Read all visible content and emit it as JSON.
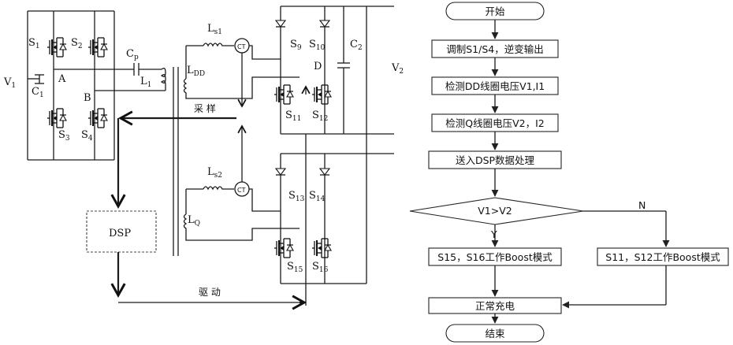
{
  "circuit": {
    "labels": {
      "s1": "S",
      "s1_sub": "1",
      "s2": "S",
      "s2_sub": "2",
      "s3": "S",
      "s3_sub": "3",
      "s4": "S",
      "s4_sub": "4",
      "s9": "S",
      "s9_sub": "9",
      "s10": "S",
      "s10_sub": "10",
      "s11": "S",
      "s11_sub": "11",
      "s12": "S",
      "s12_sub": "12",
      "s13": "S",
      "s13_sub": "13",
      "s14": "S",
      "s14_sub": "14",
      "s15": "S",
      "s15_sub": "15",
      "s16": "S",
      "s16_sub": "16",
      "v1": "V",
      "v1_sub": "1",
      "c1": "C",
      "c1_sub": "1",
      "cp": "C",
      "cp_sub": "p",
      "l1": "L",
      "l1_sub": "1",
      "node_a": "A",
      "node_b": "B",
      "node_d": "D",
      "ls1": "L",
      "ls1_sub": "s1",
      "ls2": "L",
      "ls2_sub": "s2",
      "ldd": "L",
      "ldd_sub": "DD",
      "lq": "L",
      "lq_sub": "Q",
      "ct1": "CT",
      "ct2": "CT",
      "c2": "C",
      "c2_sub": "2",
      "v2": "V",
      "v2_sub": "2",
      "sampling": "采 样",
      "drive": "驱 动",
      "dsp": "DSP"
    }
  },
  "flowchart": {
    "start": "开始",
    "step1": "调制S1/S4，逆变输出",
    "step2": "检测DD线圈电压V1,I1",
    "step3": "检测Q线圈电压V2，I2",
    "step4": "送入DSP数据处理",
    "decision": "V1>V2",
    "yes_label": "Y",
    "no_label": "N",
    "yes_box": "S15，S16工作Boost模式",
    "no_box": "S11，S12工作Boost模式",
    "merge": "正常充电",
    "end": "结束"
  }
}
